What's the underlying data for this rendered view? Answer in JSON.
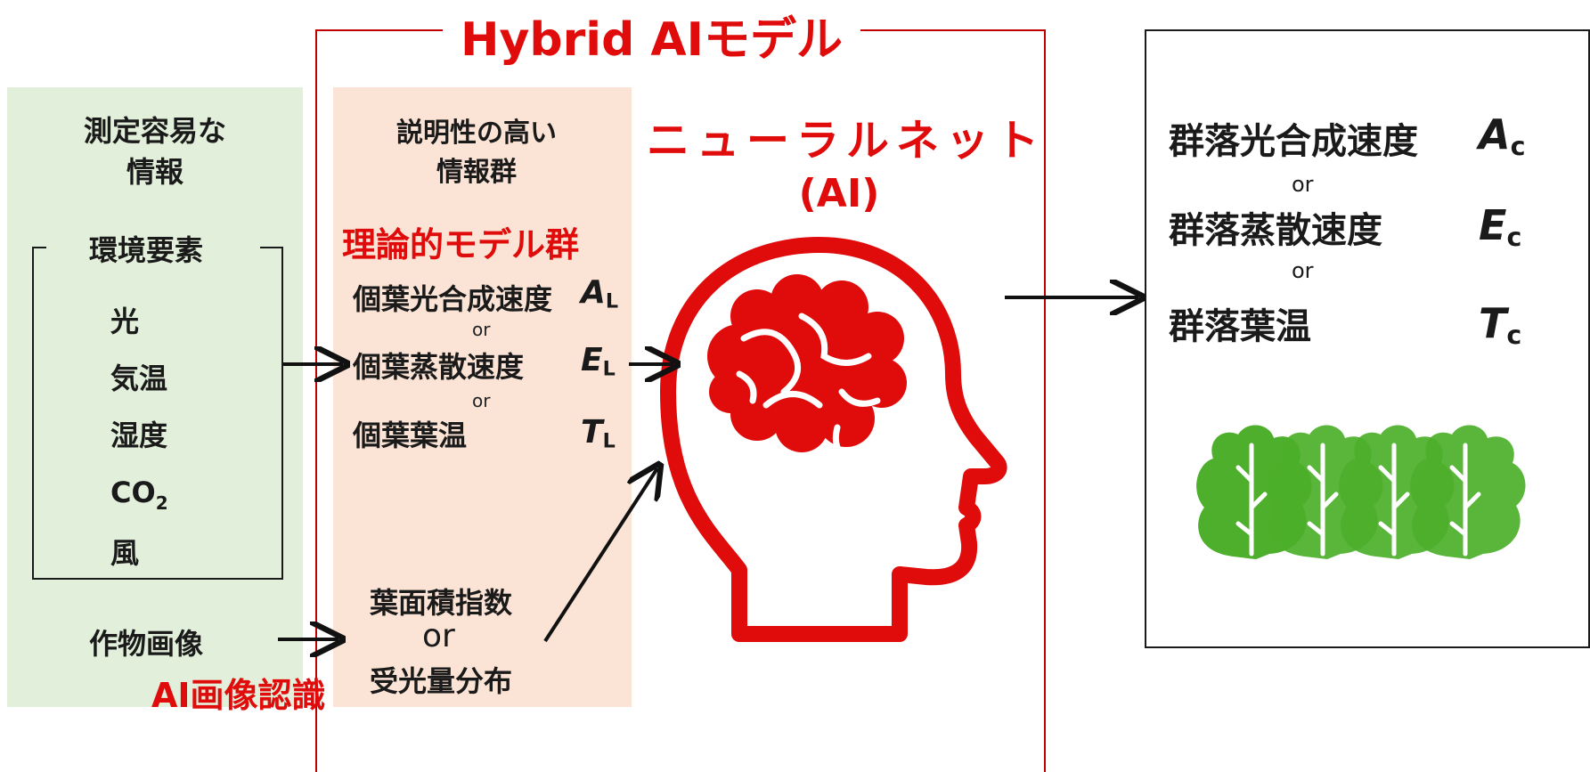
{
  "hybrid": {
    "title": "Hybrid AIモデル"
  },
  "left": {
    "header_line1": "測定容易な",
    "header_line2": "情報",
    "env_title": "環境要素",
    "env_items": [
      "光",
      "気温",
      "湿度",
      "CO",
      "風"
    ],
    "co2_sub": "2",
    "crop_image": "作物画像",
    "ai_image_recognition": "AI画像認識"
  },
  "middle": {
    "header_line1": "説明性の高い",
    "header_line2": "情報群",
    "theory_title": "理論的モデル群",
    "leaf_items": [
      {
        "label": "個葉光合成速度",
        "symbol": "A",
        "sub": "L"
      },
      {
        "label": "個葉蒸散速度",
        "symbol": "E",
        "sub": "L"
      },
      {
        "label": "個葉葉温",
        "symbol": "T",
        "sub": "L"
      }
    ],
    "or": "or",
    "lai": "葉面積指数",
    "or_large": "or",
    "light_dist": "受光量分布"
  },
  "nn": {
    "title": "ニューラルネット",
    "subtitle": "(AI)",
    "icon": "brain-head-icon"
  },
  "output": {
    "items": [
      {
        "label": "群落光合成速度",
        "symbol": "A",
        "sub": "c"
      },
      {
        "label": "群落蒸散速度",
        "symbol": "E",
        "sub": "c"
      },
      {
        "label": "群落葉温",
        "symbol": "T",
        "sub": "c"
      }
    ],
    "or": "or",
    "icon": "lettuce-plants-icon"
  },
  "colors": {
    "accent_red": "#e00b0b",
    "frame_red": "#c00000",
    "green_panel": "#e2efda",
    "peach_panel": "#fbe4d6",
    "plant_green": "#4caf2a"
  }
}
